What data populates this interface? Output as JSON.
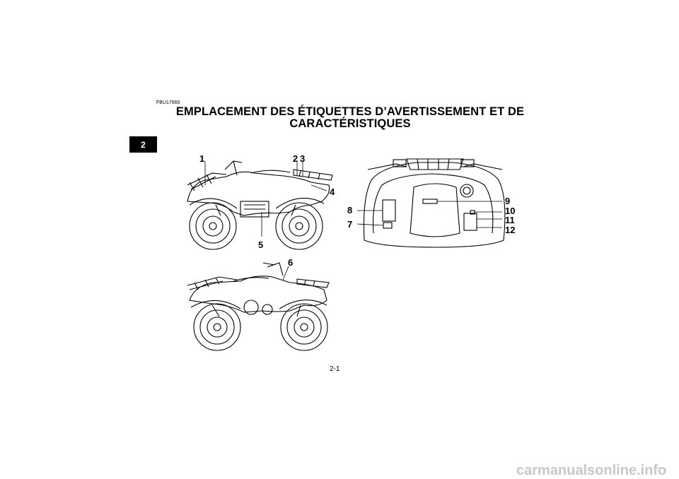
{
  "section_tab": "2",
  "doc_code": "FBU17660",
  "title_line1": "EMPLACEMENT DES ÉTIQUETTES D’AVERTISSEMENT ET DE",
  "title_line2": "CARACTÉRISTIQUES",
  "page_number": "2-1",
  "watermark": "carmanualsonline.info",
  "callouts": {
    "c1": "1",
    "c2": "2",
    "c3": "3",
    "c4": "4",
    "c5": "5",
    "c6": "6",
    "c7": "7",
    "c8": "8",
    "c9": "9",
    "c10": "10",
    "c11": "11",
    "c12": "12"
  }
}
